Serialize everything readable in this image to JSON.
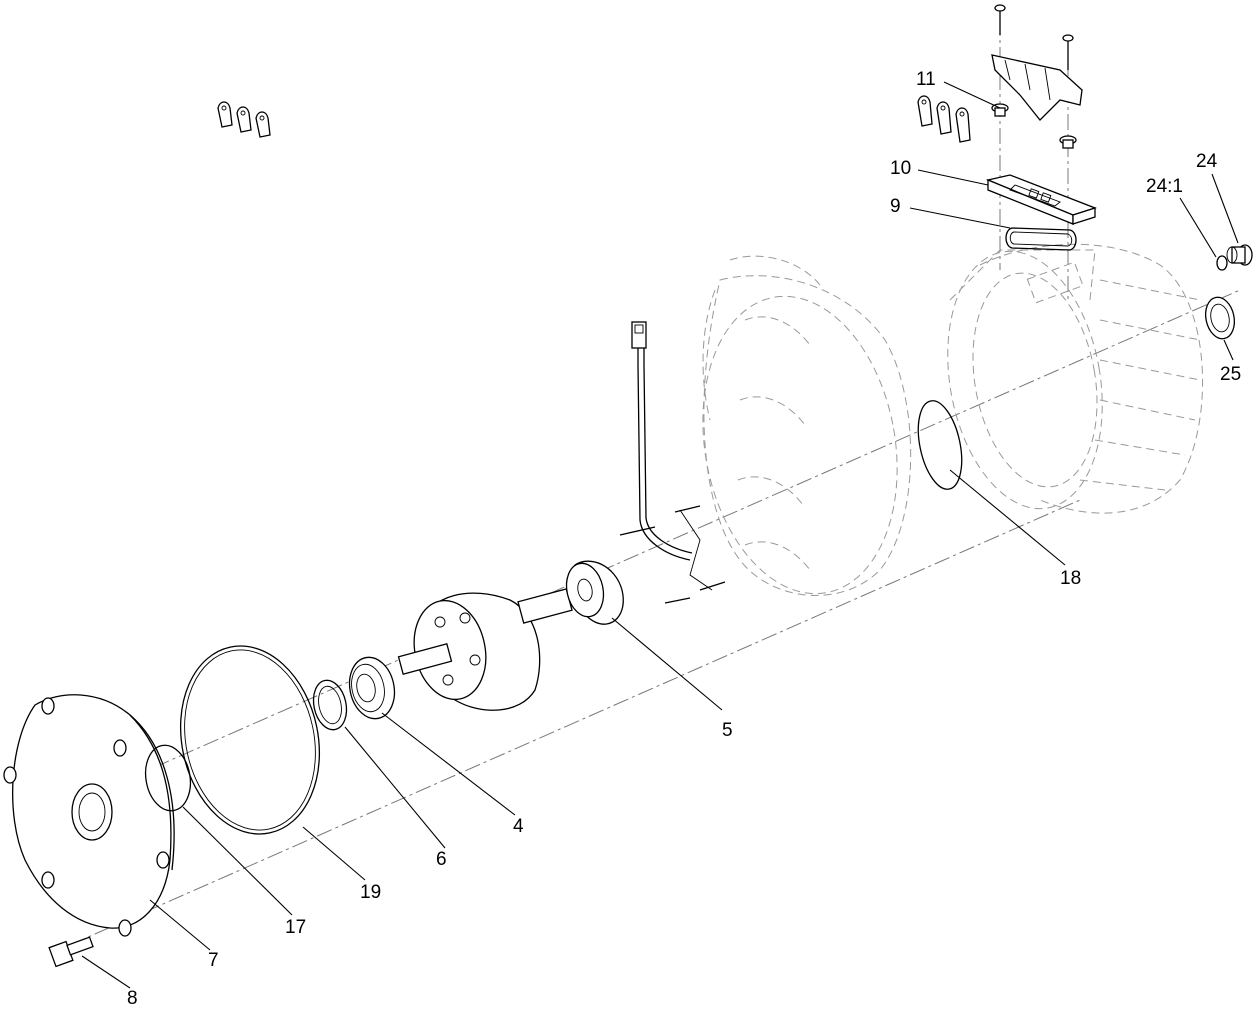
{
  "callouts": {
    "c24": "24",
    "c24_1": "24:1",
    "c25": "25",
    "c11": "11",
    "c10": "10",
    "c9": "9",
    "c18": "18",
    "c5": "5",
    "c4": "4",
    "c6": "6",
    "c19": "19",
    "c17": "17",
    "c7": "7",
    "c8": "8"
  }
}
